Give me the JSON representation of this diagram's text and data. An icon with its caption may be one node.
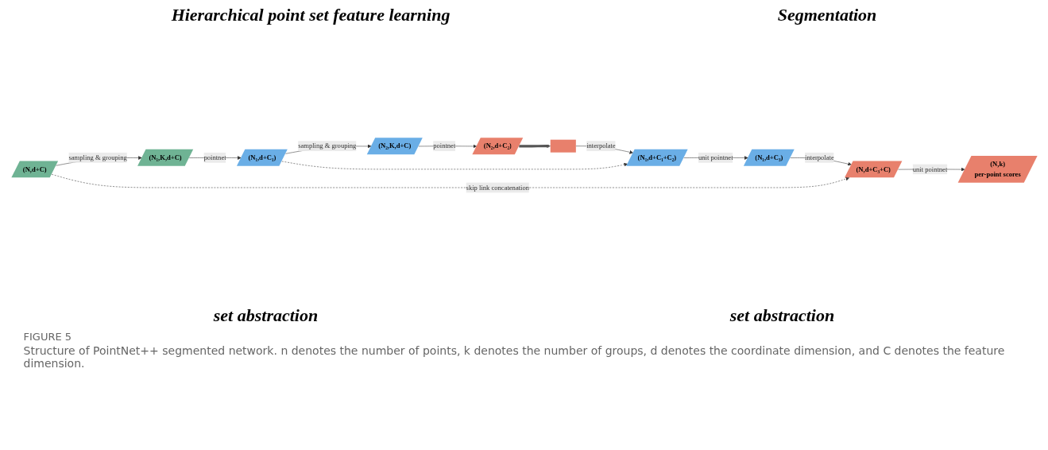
{
  "diagram": {
    "caption": "Structure of PointNet++ segmented network. n denotes the number of points, k denotes the number of groups, d denotes the coordinate dimension, and C denotes the feature dimension.",
    "nodes": [
      {
        "text": [
          "(N,d+C)"
        ]
      },
      {
        "text": [
          "(N₁,K,d+C)"
        ]
      },
      {
        "text": [
          "(N₁,d+C₁)"
        ]
      },
      {
        "text": [
          "(N₂,K,d+C)"
        ]
      },
      {
        "text": [
          "(N₂,d+C₂)"
        ]
      },
      {
        "text": [],
        "shape": "box"
      },
      {
        "text": [
          "(N₁,d+C₁+C₂)"
        ]
      },
      {
        "text": [
          "(N₁,d+C₃)"
        ]
      },
      {
        "text": [
          "(N,d+C₃+C)"
        ]
      },
      {
        "text": [
          "(N,k)",
          "per-point scores"
        ]
      }
    ],
    "edges": [
      {
        "from": 0,
        "to": 1,
        "arrow": "to",
        "label": "sampling & grouping"
      },
      {
        "from": 1,
        "to": 2,
        "arrow": "to",
        "label": "pointnet"
      },
      {
        "from": 2,
        "to": 3,
        "arrow": "to",
        "label": "sampling & grouping"
      },
      {
        "from": 3,
        "to": 4,
        "arrow": "to",
        "label": "pointnet"
      },
      {
        "from": 4,
        "to": 5,
        "arrow": "to",
        "style": "thick",
        "color": "#555555"
      },
      {
        "from": 5,
        "to": 6,
        "arrow": "to",
        "label": "interpolate"
      },
      {
        "from": 6,
        "to": 7,
        "arrow": "to",
        "label": "unit pointnet"
      },
      {
        "from": 7,
        "to": 8,
        "arrow": "to",
        "label": "interpolate"
      },
      {
        "from": 8,
        "to": 9,
        "arrow": "to",
        "label": "unit pointnet"
      },
      {
        "from": 0,
        "to": 8,
        "arrow": "to",
        "style": "dashed",
        "label": "skip link concatenation"
      },
      {
        "from": 2,
        "to": 6,
        "arrow": "to",
        "style": "dashed"
      }
    ],
    "labels": [
      "Hierarchical point set feature learning",
      "Segmentation",
      "set abstraction",
      "set abstraction",
      "FIGURE 5"
    ]
  }
}
